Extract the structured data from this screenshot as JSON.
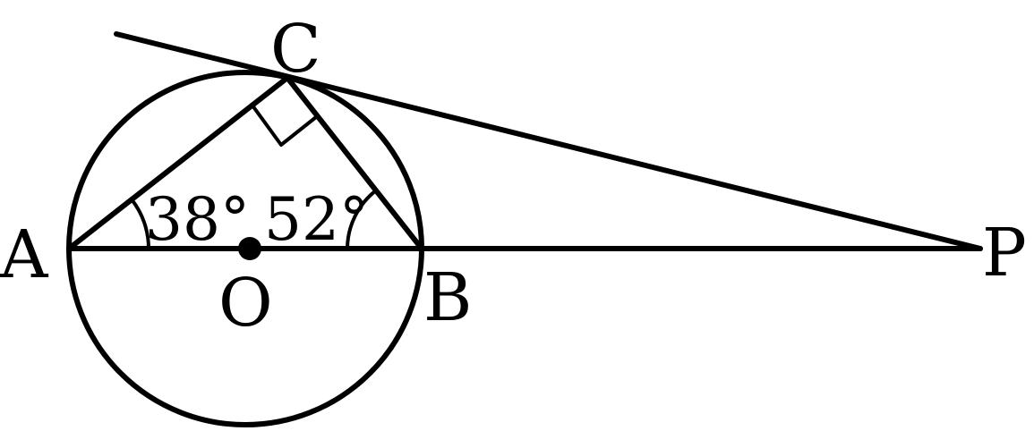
{
  "points": {
    "A": "A",
    "B": "B",
    "C": "C",
    "O": "O",
    "P": "P"
  },
  "angles": {
    "CAB": "38°",
    "CBA": "52°"
  },
  "right_angle_at": "C",
  "colors": {
    "stroke": "#000000",
    "background": "#ffffff"
  }
}
